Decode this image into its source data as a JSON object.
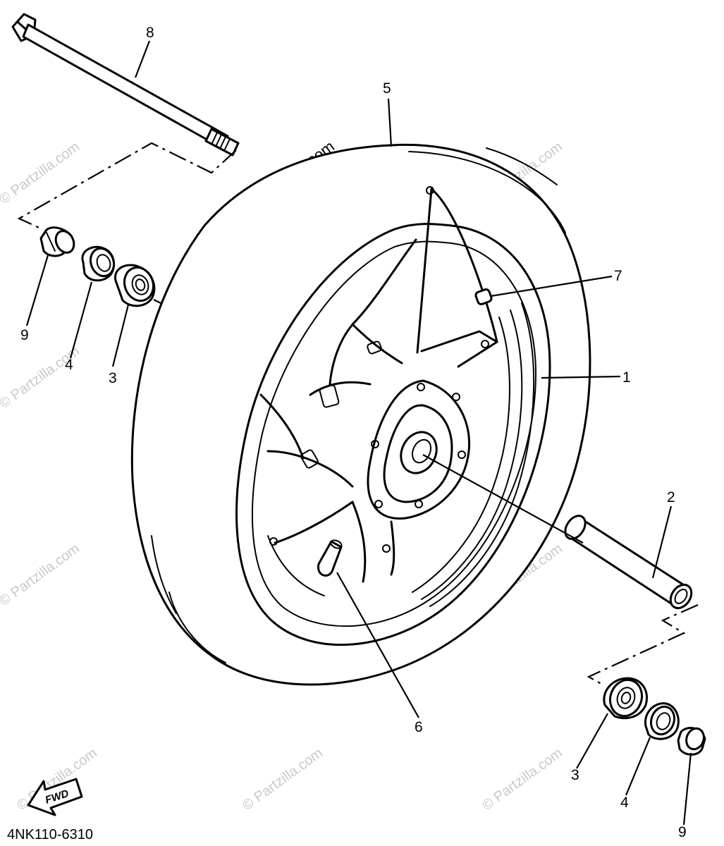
{
  "diagram": {
    "drawing_code": "4NK110-6310",
    "fwd_label": "FWD",
    "watermark_main": "© Partzilla.com",
    "watermark": "© Partzilla.com",
    "callouts": {
      "wheel": "1",
      "collar": "2",
      "bearing_left": "3",
      "bearing_right": "3",
      "oil_seal_left": "4",
      "oil_seal_right": "4",
      "tire": "5",
      "valve": "6",
      "balance_weight": "7",
      "axle": "8",
      "collar_left": "9",
      "collar_right": "9"
    }
  }
}
